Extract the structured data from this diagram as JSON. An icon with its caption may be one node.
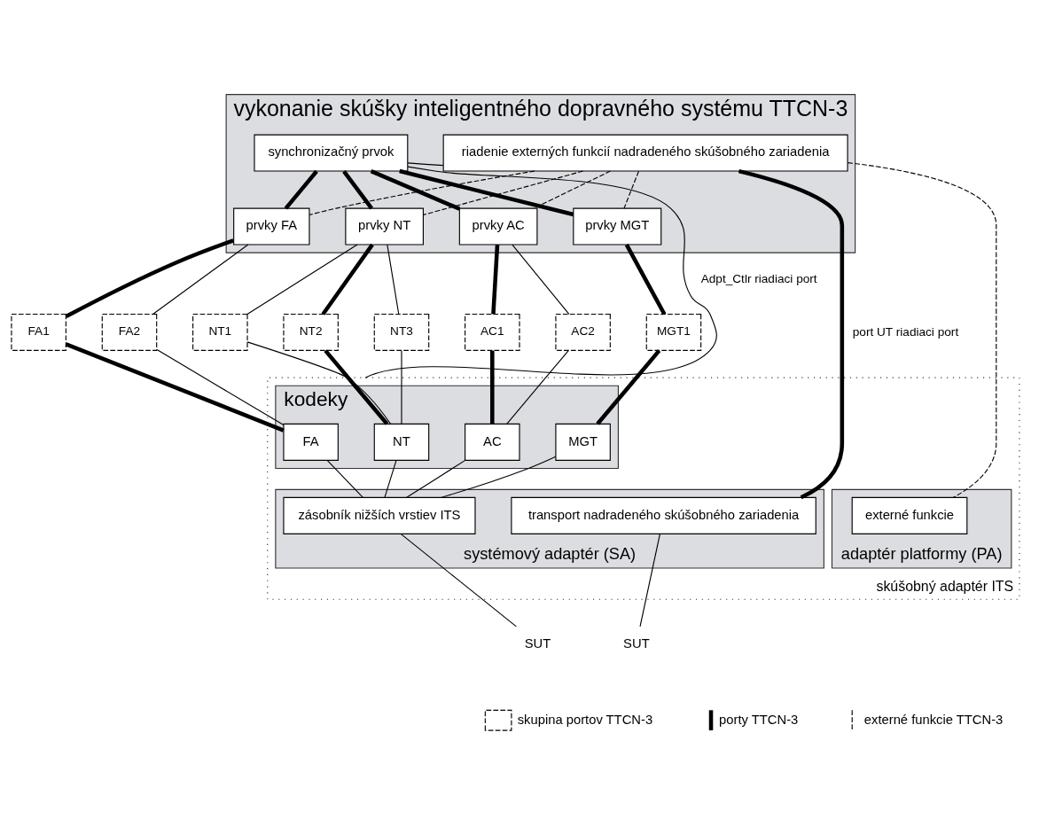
{
  "diagram": {
    "nodes": [
      {
        "text": [
          "vykonanie skúšky inteligentného dopravného systému TTCN-3"
        ]
      },
      {
        "text": [
          "riadenie externých funkcií nadradeného skúšobného zariadenia"
        ],
        "in": 0
      },
      {
        "text": [
          "synchronizačný prvok"
        ],
        "in": 0
      },
      {
        "text": [
          "prvky FA"
        ],
        "in": 0
      },
      {
        "text": [
          "prvky NT"
        ],
        "in": 0
      },
      {
        "text": [
          "prvky AC"
        ],
        "in": 0
      },
      {
        "text": [
          "prvky MGT"
        ],
        "in": 0
      },
      {
        "text": [
          "FA1"
        ]
      },
      {
        "text": [
          "FA2"
        ]
      },
      {
        "text": [
          "NT1"
        ]
      },
      {
        "text": [
          "NT2"
        ]
      },
      {
        "text": [
          "NT3"
        ]
      },
      {
        "text": [
          "AC1"
        ]
      },
      {
        "text": [
          "AC2"
        ]
      },
      {
        "text": [
          "MGT1"
        ]
      },
      {
        "text": [
          "skúšobný adaptér ITS"
        ]
      },
      {
        "text": [
          "kodeky"
        ],
        "in": 15
      },
      {
        "text": [
          "FA"
        ],
        "in": 16
      },
      {
        "text": [
          "NT"
        ],
        "in": 16
      },
      {
        "text": [
          "AC"
        ],
        "in": 16
      },
      {
        "text": [
          "MGT"
        ],
        "in": 16
      },
      {
        "text": [
          "adaptér platformy (PA)"
        ],
        "in": 15
      },
      {
        "text": [
          "externé funkcie"
        ],
        "in": 21
      },
      {
        "text": [
          "systémový adaptér (SA)"
        ],
        "in": 15
      },
      {
        "text": [
          "transport nadradeného skúšobného zariadenia"
        ],
        "in": 23
      },
      {
        "text": [
          "zásobník nižších vrstiev ITS"
        ],
        "in": 23
      },
      {
        "text": [
          "SUT"
        ]
      },
      {
        "text": [
          "SUT"
        ]
      }
    ],
    "edges": [
      {
        "from": 1,
        "to": 2,
        "arrow": "none"
      },
      {
        "from": 1,
        "to": 3,
        "arrow": "none",
        "style": "dashed"
      },
      {
        "from": 1,
        "to": 4,
        "arrow": "none",
        "style": "dashed"
      },
      {
        "from": 1,
        "to": 5,
        "arrow": "none",
        "style": "dashed"
      },
      {
        "from": 1,
        "to": 6,
        "arrow": "none",
        "style": "dashed"
      },
      {
        "from": 2,
        "to": 3,
        "arrow": "none",
        "style": "thick"
      },
      {
        "from": 2,
        "to": 4,
        "arrow": "none",
        "style": "thick"
      },
      {
        "from": 2,
        "to": 5,
        "arrow": "none",
        "style": "thick"
      },
      {
        "from": 2,
        "to": 6,
        "arrow": "none",
        "style": "thick"
      },
      {
        "from": 1,
        "to": 22,
        "arrow": "none",
        "style": "dashed"
      },
      {
        "from": 1,
        "to": 24,
        "arrow": "none",
        "label": "port UT riadiaci port",
        "style": "thick"
      },
      {
        "from": 2,
        "to": 15,
        "arrow": "none",
        "label": "Adpt_Ctlr riadiaci port"
      },
      {
        "from": 3,
        "to": 7,
        "arrow": "none",
        "style": "thick"
      },
      {
        "from": 3,
        "to": 8,
        "arrow": "none"
      },
      {
        "from": 4,
        "to": 9,
        "arrow": "none"
      },
      {
        "from": 4,
        "to": 10,
        "arrow": "none",
        "style": "thick"
      },
      {
        "from": 4,
        "to": 11,
        "arrow": "none"
      },
      {
        "from": 5,
        "to": 12,
        "arrow": "none",
        "style": "thick"
      },
      {
        "from": 5,
        "to": 13,
        "arrow": "none"
      },
      {
        "from": 6,
        "to": 14,
        "arrow": "none",
        "style": "thick"
      },
      {
        "from": 7,
        "to": 17,
        "arrow": "none",
        "style": "thick"
      },
      {
        "from": 8,
        "to": 17,
        "arrow": "none"
      },
      {
        "from": 9,
        "to": 18,
        "arrow": "none"
      },
      {
        "from": 10,
        "to": 18,
        "arrow": "none",
        "style": "thick"
      },
      {
        "from": 11,
        "to": 18,
        "arrow": "none"
      },
      {
        "from": 12,
        "to": 19,
        "arrow": "none",
        "style": "thick"
      },
      {
        "from": 13,
        "to": 19,
        "arrow": "none"
      },
      {
        "from": 14,
        "to": 20,
        "arrow": "none",
        "style": "thick"
      },
      {
        "from": 17,
        "to": 25,
        "arrow": "none"
      },
      {
        "from": 18,
        "to": 25,
        "arrow": "none"
      },
      {
        "from": 19,
        "to": 25,
        "arrow": "none"
      },
      {
        "from": 20,
        "to": 25,
        "arrow": "none"
      },
      {
        "from": 24,
        "to": 26,
        "arrow": "none"
      },
      {
        "from": 25,
        "to": 27,
        "arrow": "none"
      }
    ],
    "legend": [
      {
        "text": "skupina portov TTCN-3"
      },
      {
        "text": "porty TTCN-3"
      },
      {
        "text": "externé funkcie TTCN-3"
      }
    ]
  }
}
